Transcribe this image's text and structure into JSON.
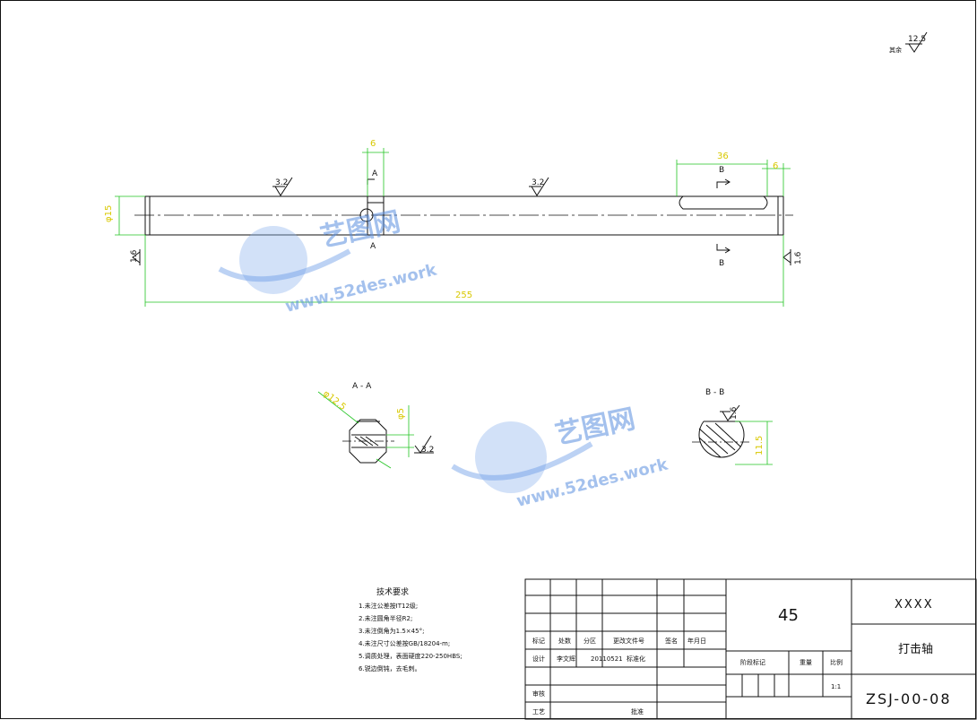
{
  "roughness_corner": {
    "label": "其余",
    "value": "12.5"
  },
  "dimensions": {
    "hole_width": "6",
    "slot_length": "36",
    "slot_offset": "6",
    "diameter": "φ15",
    "total_length": "255",
    "aa_outer_dia": "φ12.5",
    "aa_hole_dia": "φ5",
    "bb_width": "11.5"
  },
  "roughness": {
    "left": "3.2",
    "mid": "3.2",
    "end_left": "1.6",
    "end_right": "1.6",
    "aa_hole": "3.2",
    "bb_flat": "1.6"
  },
  "section_marks": {
    "a": "A",
    "b": "B"
  },
  "sections": {
    "aa_title": "A - A",
    "bb_title": "B - B"
  },
  "tech_requirements": {
    "title": "技术要求",
    "items": [
      "1.未注公差按IT12级;",
      "2.未注圆角半径R2;",
      "3.未注倒角为1.5×45°;",
      "4.未注尺寸公差按GB/18204-m;",
      "5.调质处理，表面硬度220-250HBS;",
      "6.锐边倒钝，去毛刺。"
    ]
  },
  "title_block": {
    "material": "45",
    "company": "XXXX",
    "part_name": "打击轴",
    "drawing_no": "ZSJ-00-08",
    "scale": "1:1",
    "headers": [
      "标记",
      "处数",
      "分区",
      "更改文件号",
      "签名",
      "年月日"
    ],
    "designer_label": "设计",
    "designer_name": "李文辉",
    "design_date": "20110521",
    "standardize_label": "标准化",
    "review_label": "审核",
    "process_label": "工艺",
    "approve_label": "批准",
    "stage_label": "阶段标记",
    "weight_label": "重量",
    "scale_label": "比例"
  },
  "watermark": {
    "brand": "艺图网",
    "url": "www.52des.work"
  }
}
